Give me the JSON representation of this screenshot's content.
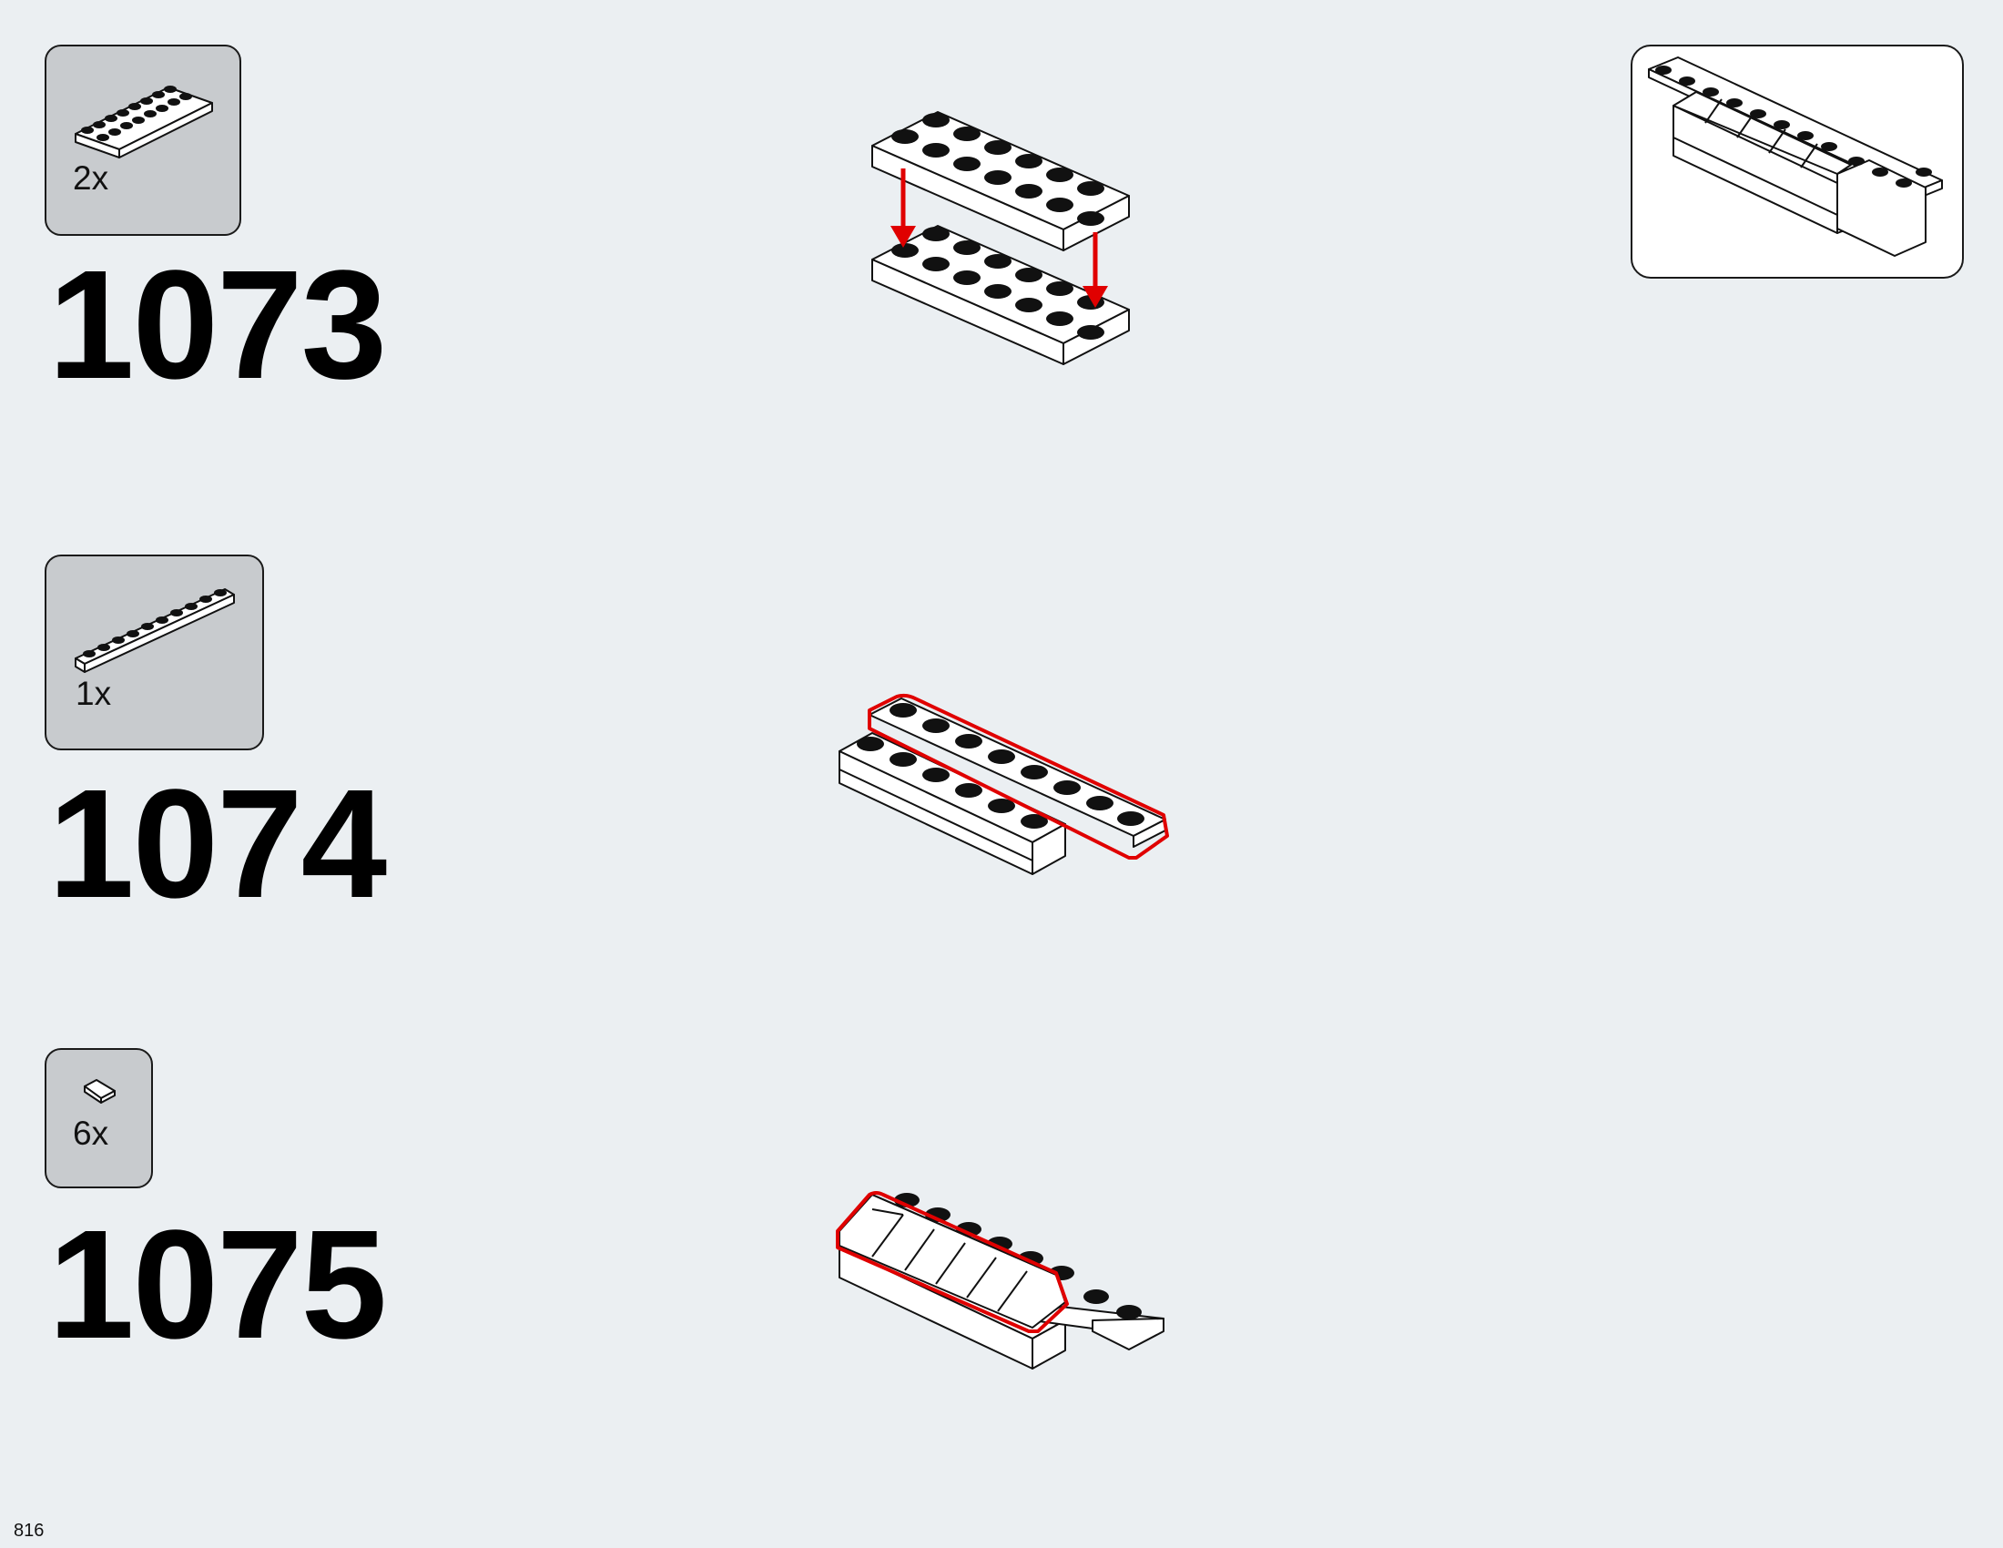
{
  "steps": [
    {
      "number": "1073",
      "parts": [
        {
          "quantity": "2x",
          "part": "plate-2x8-icon"
        }
      ]
    },
    {
      "number": "1074",
      "parts": [
        {
          "quantity": "1x",
          "part": "plate-1x10-icon"
        }
      ]
    },
    {
      "number": "1075",
      "parts": [
        {
          "quantity": "6x",
          "part": "slope-tile-icon"
        }
      ]
    }
  ],
  "page_number": "816",
  "colors": {
    "background": "#ebeff2",
    "parts_box": "#c8cbce",
    "highlight": "#e00000",
    "brick": "#ffffff"
  }
}
